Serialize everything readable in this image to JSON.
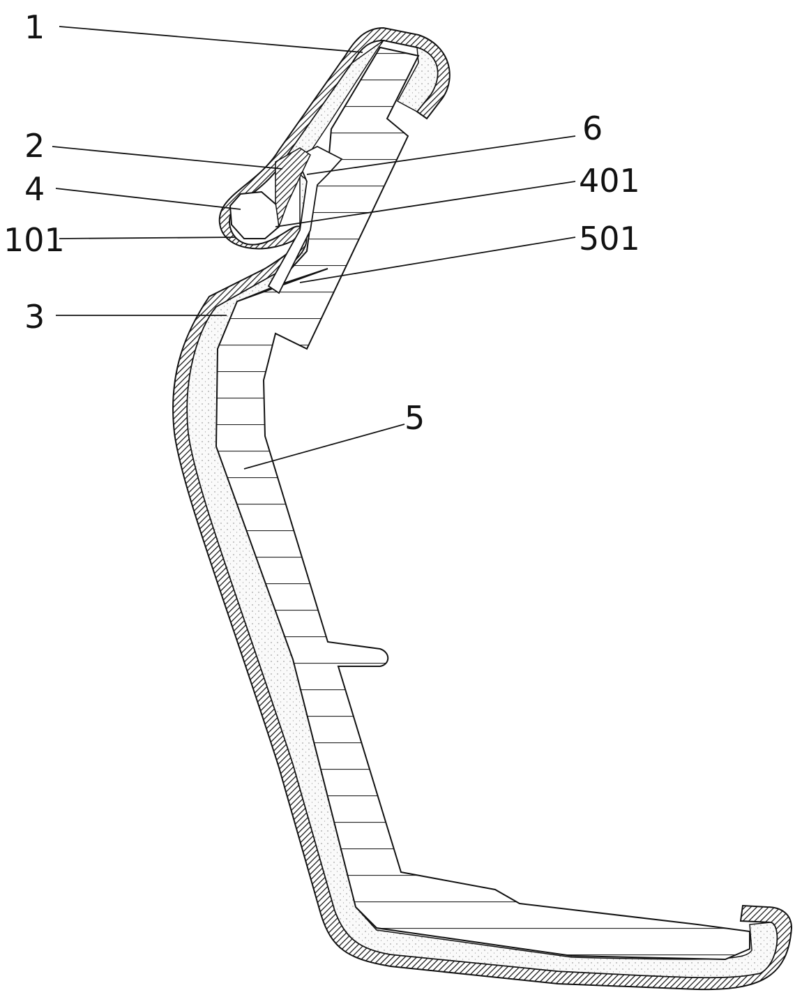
{
  "figure": {
    "labels": {
      "l1": "1",
      "l2": "2",
      "l6": "6",
      "l4": "4",
      "l401": "401",
      "l101": "101",
      "l501": "501",
      "l3": "3",
      "l5": "5"
    },
    "colors": {
      "line": "#111111",
      "foam": "#f2f2f2",
      "background": "#ffffff"
    }
  }
}
